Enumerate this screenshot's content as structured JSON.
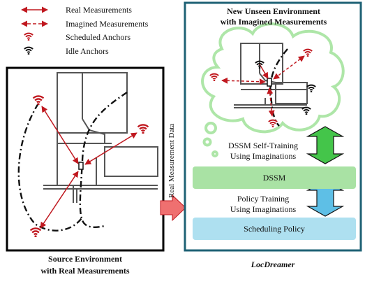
{
  "legend": {
    "real": "Real Measurements",
    "imagined": "Imagined Measurements",
    "scheduled": "Scheduled Anchors",
    "idle": "Idle Anchors"
  },
  "source": {
    "caption_line1": "Source Environment",
    "caption_line2": "with Real Measurements"
  },
  "arrow_label": "Real Measurement Data",
  "target": {
    "title_line1": "New Unseen Environment",
    "title_line2": "with Imagined Measurements",
    "dssm_training_line1": "DSSM Self-Training",
    "dssm_training_line2": "Using Imaginations",
    "dssm_label": "DSSM",
    "policy_training_line1": "Policy Training",
    "policy_training_line2": "Using Imaginations",
    "policy_label": "Scheduling Policy",
    "caption": "LocDreamer"
  },
  "colors": {
    "measurement_red": "#c0181f",
    "anchor_idle": "#111111",
    "frame_teal": "#1e6174",
    "cloud_green": "#aee6a8",
    "dssm_band": "#a9e2a4",
    "policy_band": "#aee0f0",
    "dssm_arrow": "#44c54a",
    "policy_arrow": "#5ebfe6",
    "transfer_arrow": "#ef7070"
  },
  "icons": {
    "anchor": "wifi-icon",
    "transfer": "right-arrow-icon",
    "training": "double-vertical-arrow-icon"
  }
}
